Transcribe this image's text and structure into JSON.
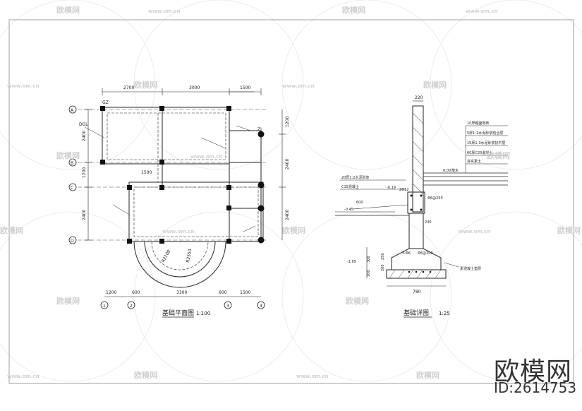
{
  "plan": {
    "title": "基础平面图",
    "scale": "1:100",
    "dims_top": [
      "2700",
      "3000",
      "1500"
    ],
    "dims_bottom": [
      "1200",
      "600",
      "3300",
      "600",
      "1500"
    ],
    "dims_left": [
      "2400",
      "1200",
      "2400"
    ],
    "dims_right": [
      "1200",
      "2400",
      "2400"
    ],
    "dim_mid": "1500",
    "axes_rows": [
      "A",
      "B",
      "C",
      "D"
    ],
    "axes_cols": [
      "1",
      "2",
      "3",
      "4"
    ],
    "labels": [
      "DGL",
      "GZ",
      "ZJ",
      "R2100",
      "R2550"
    ]
  },
  "detail": {
    "title": "基础详图",
    "scale": "1:25",
    "dim_top": "220",
    "dim_bottom": "780",
    "levels": [
      "-0.45",
      "-0.19",
      "-1.05",
      "0.00"
    ],
    "rebar": [
      "Φ6@250",
      "2Φ12",
      "3-Φ6",
      "Φ6@200"
    ],
    "dims": [
      "600",
      "240",
      "300",
      "100",
      "250",
      "200"
    ],
    "notes": [
      "10厚釉面地砖",
      "5厚1:1水泥砂浆结合层",
      "15厚1:3水泥砂浆找平层",
      "60厚C20混凝土",
      "夯实素土",
      "20厚1:2水泥砂浆",
      "C15混凝土",
      "散水",
      "素混凝土垫层"
    ]
  },
  "brand": {
    "name": "欧模网",
    "id": "ID:2614753"
  },
  "watermark": {
    "text": "欧模网",
    "url": "www.om.cn"
  }
}
